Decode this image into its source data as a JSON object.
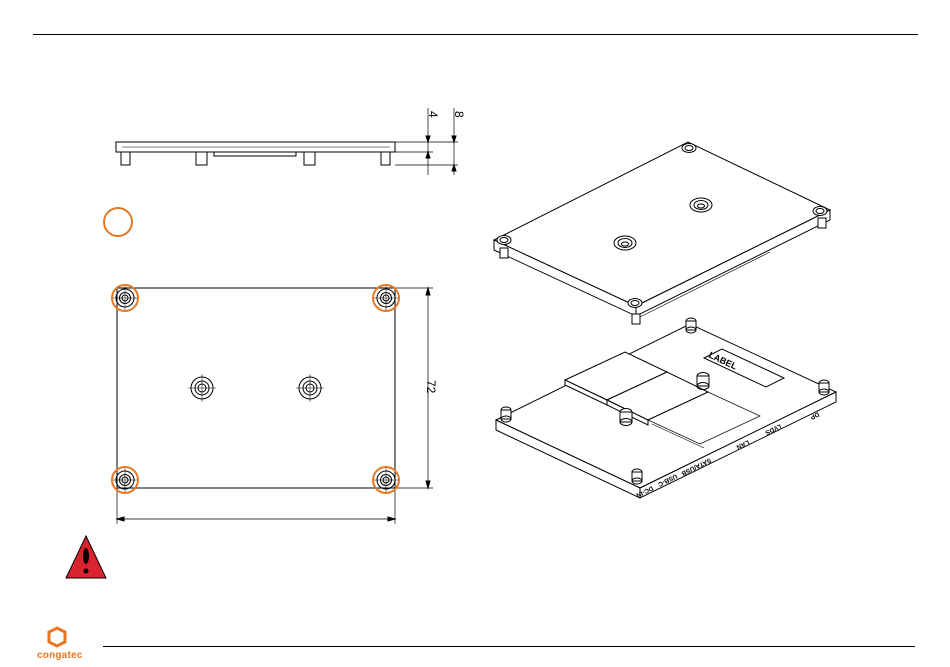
{
  "dimensions": {
    "height_small": "4",
    "height_large": "8",
    "width_side": "72"
  },
  "pcb_labels": [
    "DP",
    "LVDS",
    "LAN",
    "SATA/USB",
    "USB-C",
    "DC-IN"
  ],
  "heatspreader_label": "LABEL",
  "brand": {
    "name": "congatec",
    "color": "#e87722"
  },
  "colors": {
    "highlight": "#e87722",
    "warning_fill": "#d9232e"
  },
  "icons": {
    "warning": "warning-triangle-icon",
    "logo": "congatec-hexagon-logo-icon",
    "legend_circle": "orange-circle-icon"
  }
}
